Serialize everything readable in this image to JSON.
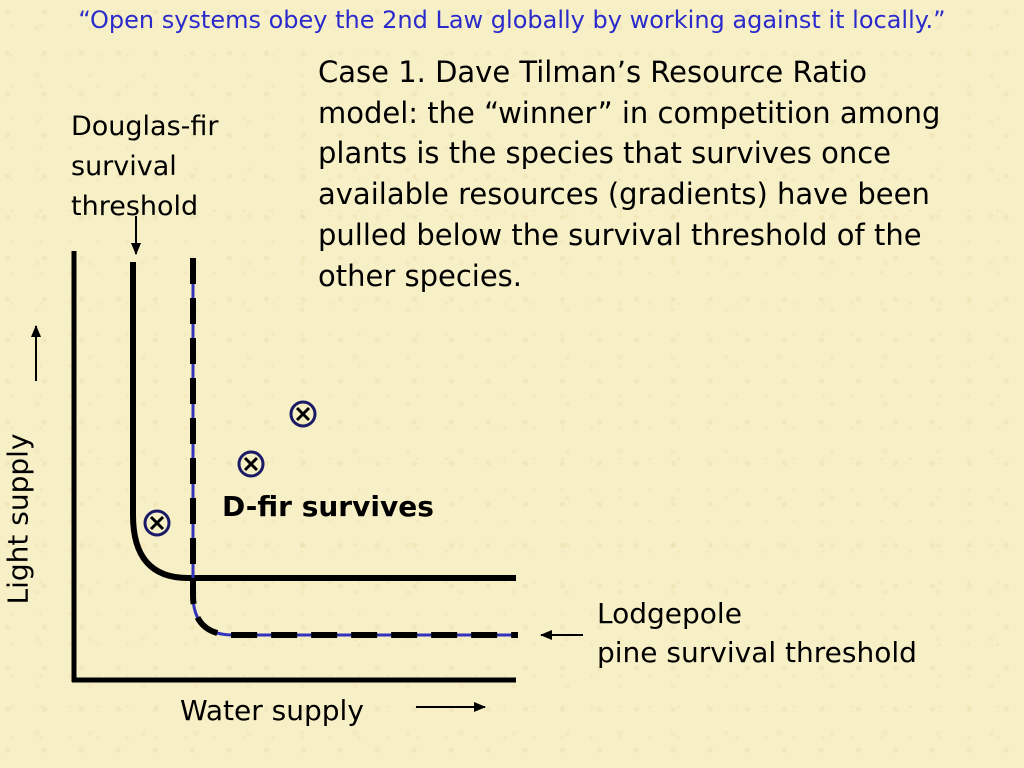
{
  "quote": "“Open systems obey the 2nd Law globally by working against it locally.”",
  "case_text": [
    "Case 1.  Dave Tilman’s Resource Ratio",
    "model:  the “winner” in competition among",
    "plants is the species that survives once",
    "available resources (gradients) have been",
    "pulled below the survival threshold of the",
    "other species."
  ],
  "dfir_threshold_label": [
    "Douglas-fir",
    "survival",
    "threshold"
  ],
  "lodgepole_threshold_label": [
    "Lodgepole",
    "pine survival threshold"
  ],
  "region_label": "D-fir survives",
  "axes": {
    "x_label": "Water supply",
    "y_label": "Light supply"
  },
  "colors": {
    "background": "#f7efc6",
    "quote_text": "#2b2bcc",
    "lodgepole_curve": "#3333bb",
    "marker": "#1a1a66"
  },
  "markers": {
    "count": 3,
    "symbol": "circled-x-icon"
  }
}
